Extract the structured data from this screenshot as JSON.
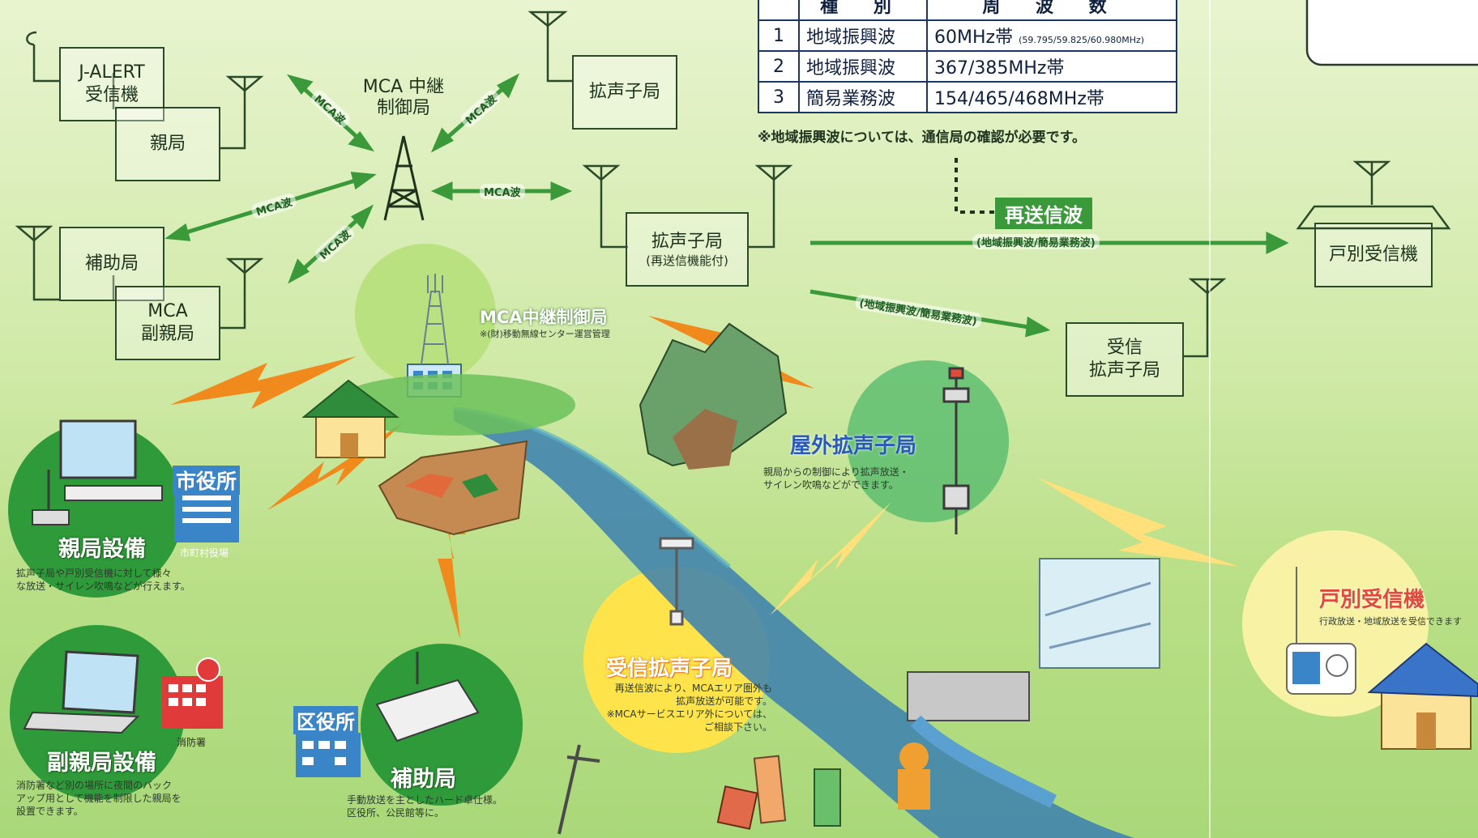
{
  "boxes": {
    "jalert": "J-ALERT\n受信機",
    "parent": "親局",
    "aux": "補助局",
    "mca_sub": "MCA\n副親局",
    "relay_label": "MCA 中継\n制御局",
    "loud1": "拡声子局",
    "loud2_main": "拡声子局",
    "loud2_sub": "(再送信機能付)",
    "recv_loud": "受信\n拡声子局",
    "home_recv": "戸別受信機"
  },
  "waves": {
    "mca": "MCA波",
    "resend_tag": "再送信波",
    "resend_types": "(地域振興波/簡易業務波)"
  },
  "freq_table": {
    "headers": [
      "",
      "種 別",
      "周 波 数"
    ],
    "rows": [
      {
        "no": "1",
        "type": "地域振興波",
        "freq": "60MHz帯",
        "note": "(59.795/59.825/60.980MHz)"
      },
      {
        "no": "2",
        "type": "地域振興波",
        "freq": "367/385MHz帯",
        "note": ""
      },
      {
        "no": "3",
        "type": "簡易業務波",
        "freq": "154/465/468MHz帯",
        "note": ""
      }
    ],
    "footnote": "※地域振興波については、通信局の確認が必要です。"
  },
  "illus": {
    "mca_title": "MCA中継制御局",
    "mca_note": "※(財)移動無線センター運営管理",
    "parent_title": "親局設備",
    "parent_desc": "拡声子局や戸別受信機に対して様々\nな放送・サイレン吹鳴などが行えます。",
    "cityhall": "市役所",
    "cityhall_sub": "市町村役場",
    "sub_title": "副親局設備",
    "sub_desc": "消防署など別の場所に夜間のバック\nアップ用として機能を制限した親局を\n設置できます。",
    "fire": "消防署",
    "ward": "区役所",
    "aux_title": "補助局",
    "aux_desc": "手動放送を主としたハード卓仕様。\n区役所、公民館等に。",
    "outdoor_title": "屋外拡声子局",
    "outdoor_desc": "親局からの制御により拡声放送・\nサイレン吹鳴などができます。",
    "recv_title": "受信拡声子局",
    "recv_desc": "再送信波により、MCAエリア圏外も\n拡声放送が可能です。\n※MCAサービスエリア外については、\nご相談下さい。",
    "home_title": "戸別受信機",
    "home_desc": "行政放送・地域放送を受信できます"
  },
  "colors": {
    "box_border": "#2a4a2a",
    "arrow_green": "#3a9a3a",
    "circle_green": "#2e9a3a",
    "circle_yellow": "#ffe34a",
    "lightning": "#f08a1c",
    "table_border": "#1c3567"
  }
}
